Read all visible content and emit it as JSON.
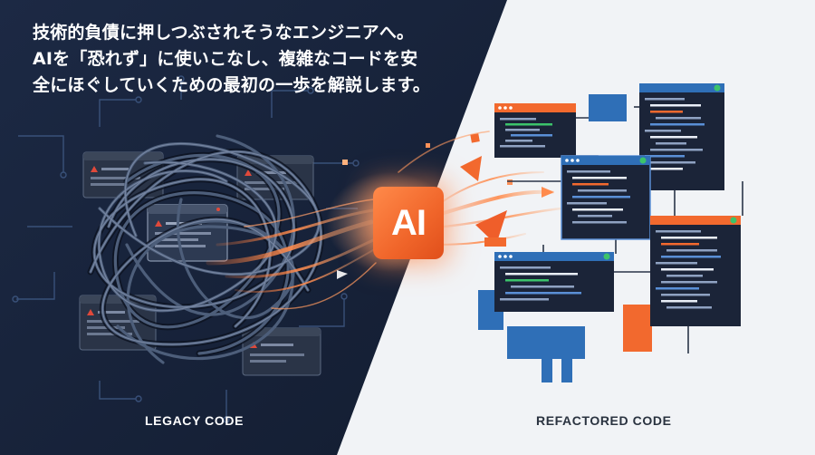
{
  "headline": {
    "line1": "技術的負債に押しつぶされそうなエンジニアへ。",
    "line2": "AIを「恐れず」に使いこなし、複雑なコードを安",
    "line3": "全にほぐしていくための最初の一歩を解説します。"
  },
  "ai_badge": "AI",
  "labels": {
    "legacy": "LEGACY CODE",
    "refactored": "REFACTORED CODE"
  },
  "colors": {
    "navy": "#17233b",
    "light_bg": "#f1f3f6",
    "accent_orange": "#f2692e",
    "accent_blue": "#2f6fb7",
    "window_dark": "#1b2438",
    "check_green": "#3cc36b",
    "warning_red": "#e0493a"
  }
}
